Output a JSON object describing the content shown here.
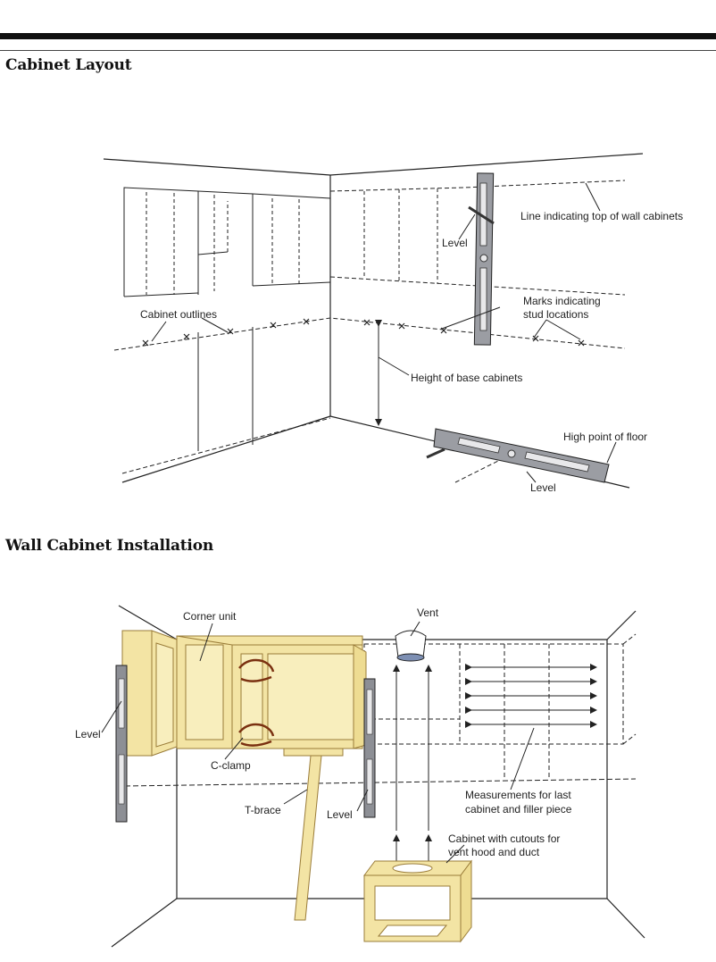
{
  "section1": {
    "title": "Cabinet Layout",
    "labels": {
      "top_line": "Line indicating top of wall cabinets",
      "level_upper": "Level",
      "marks_line1": "Marks indicating",
      "marks_line2": "stud locations",
      "outlines": "Cabinet outlines",
      "height_base": "Height of base cabinets",
      "high_point": "High point of floor",
      "level_floor": "Level"
    }
  },
  "section2": {
    "title": "Wall Cabinet Installation",
    "labels": {
      "corner_unit": "Corner unit",
      "vent": "Vent",
      "level_left": "Level",
      "c_clamp": "C-clamp",
      "t_brace": "T-brace",
      "level_mid": "Level",
      "meas_line1": "Measurements for last",
      "meas_line2": "cabinet and filler piece",
      "cutout_line1": "Cabinet with cutouts for",
      "cutout_line2": "vent hood and duct"
    }
  },
  "colors": {
    "wood": "#f3e4a4",
    "wood_edge": "#b79a52",
    "level_body": "#8d8f95",
    "clamp": "#c8642a"
  }
}
